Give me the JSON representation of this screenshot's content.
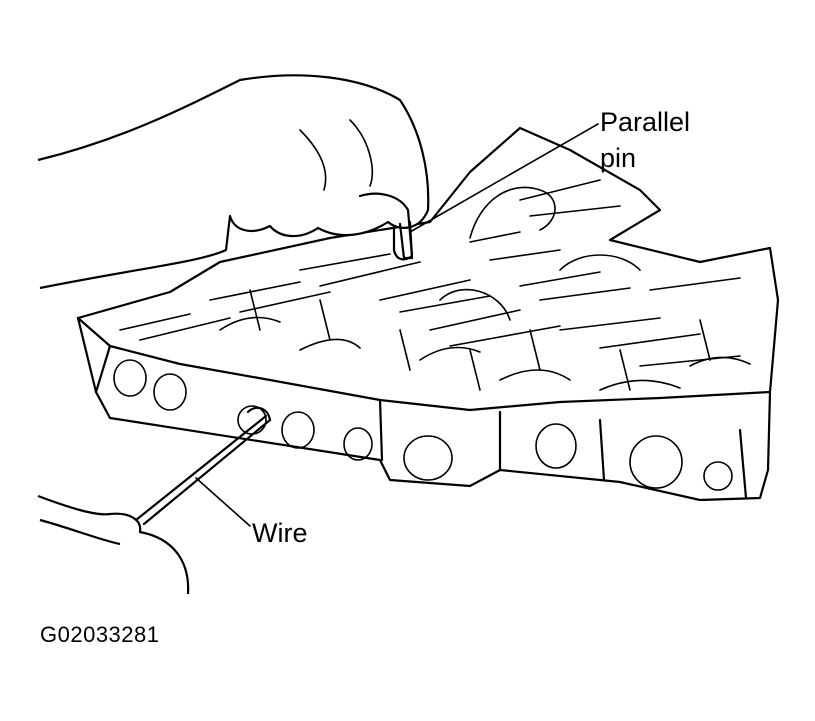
{
  "figure": {
    "callouts": {
      "parallel_pin_line1": "Parallel",
      "parallel_pin_line2": "pin",
      "wire": "Wire"
    },
    "figure_id": "G02033281"
  },
  "colors": {
    "ink": "#000000",
    "paper": "#ffffff"
  }
}
